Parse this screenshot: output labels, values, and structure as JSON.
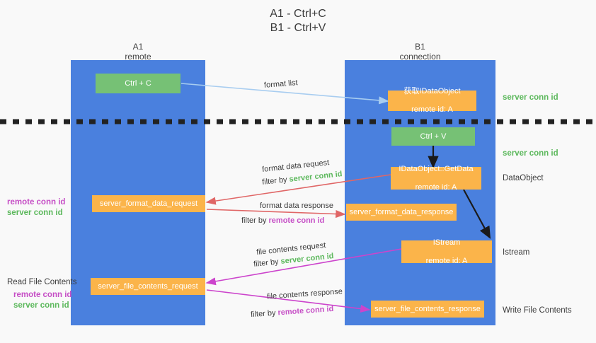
{
  "title": {
    "line1": "A1 - Ctrl+C",
    "line2": "B1 - Ctrl+V"
  },
  "columns": [
    {
      "name": "A1",
      "role": "remote"
    },
    {
      "name": "B1",
      "role": "connection"
    }
  ],
  "boxes": {
    "ctrl_c": "Ctrl + C",
    "ctrl_v": "Ctrl + V",
    "ole_idataobject_l1": "获取IDataObject",
    "ole_idataobject_l2": "remote id: A",
    "getdata_l1": "IDataObject::GetData",
    "getdata_l2": "remote id: A",
    "istream_l1": "IStream",
    "istream_l2": "remote id: A",
    "server_format_data_request": "server_format_data_request",
    "server_format_data_response": "server_format_data_response",
    "server_file_contents_request": "server_file_contents_request",
    "server_file_contents_response": "server_file_contents_response"
  },
  "right_labels": {
    "server_conn_id_1": "server conn id",
    "server_conn_id_2": "server conn id",
    "dataobject": "DataObject",
    "istream": "Istream",
    "write_file_contents": "Write File Contents"
  },
  "left_labels": {
    "group1_remote": "remote conn id",
    "group1_server": "server conn id",
    "read_file_contents": "Read File Contents",
    "group2_remote": "remote conn id",
    "group2_server": "server conn id"
  },
  "annotations": {
    "format_list": "format list",
    "format_data_request": "format data request",
    "format_data_request_filter_prefix": "filter by ",
    "format_data_request_filter_value": "server conn id",
    "format_data_response": "format data response",
    "format_data_response_filter_prefix": "filter by ",
    "format_data_response_filter_value": "remote conn id",
    "file_contents_request": "file contents request",
    "file_contents_request_filter_prefix": "filter by ",
    "file_contents_request_filter_value": "server conn id",
    "file_contents_response": "file contents response",
    "file_contents_response_filter_prefix": "filter by ",
    "file_contents_response_filter_value": "remote conn id"
  },
  "colors": {
    "lane_blue": "#4a80de",
    "box_green": "#76c175",
    "box_orange": "#fbb44a",
    "arrow_lightblue": "#a8cdf0",
    "arrow_red": "#e06666",
    "arrow_magenta": "#cc44cc",
    "arrow_black": "#1a1a1a",
    "text_green": "#5cb85c",
    "text_purple": "#c64fc6",
    "background": "#f9f9f9"
  }
}
